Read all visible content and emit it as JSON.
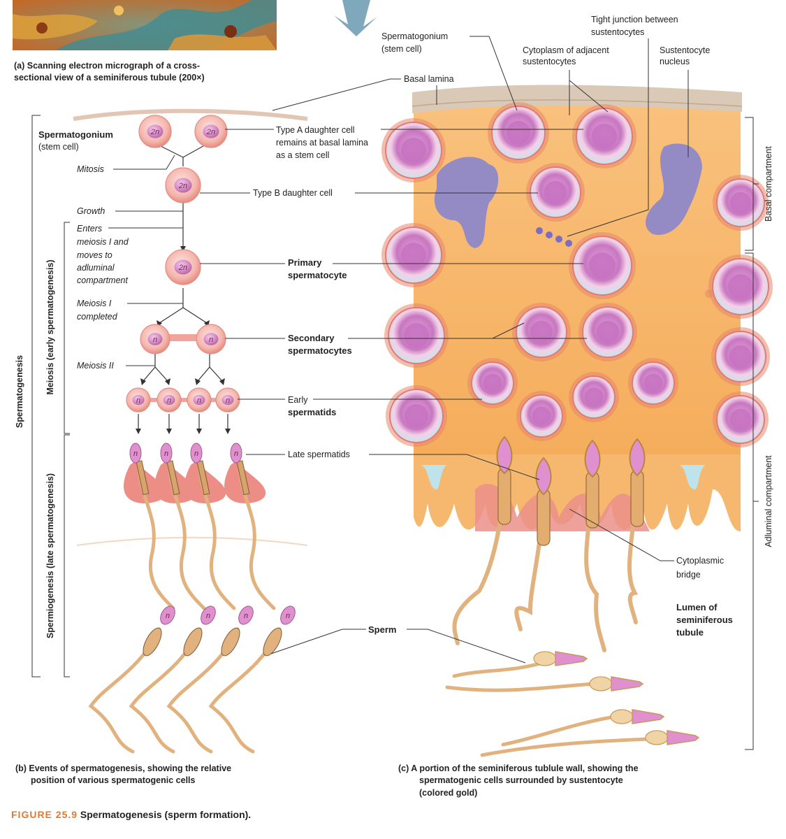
{
  "colors": {
    "cell_fill": "#f4b6ae",
    "cell_border": "#e58c80",
    "nucleus": "#d98fc8",
    "sustentocyte": "#f6c27e",
    "background_gold": "#f7b76a",
    "lamina": "#d9c9b6",
    "tail": "#e2b27e",
    "figure_accent": "#e07a2e"
  },
  "panel_a": {
    "caption_line1": "(a) Scanning electron micrograph of a cross-",
    "caption_line2": "sectional view of a seminiferous tubule (200×)"
  },
  "panel_b": {
    "side_label": "Spermatogenesis",
    "meiosis_label": "Meiosis (early spermatogenesis)",
    "spermiogenesis_label": "Spermiogenesis (late spermatogenesis)",
    "spermatogonium_label": "Spermatogonium",
    "spermatogonium_sub": "(stem cell)",
    "mitosis": "Mitosis",
    "growth": "Growth",
    "enters_meiosis": [
      "Enters",
      "meiosis I and",
      "moves to",
      "adluminal",
      "compartment"
    ],
    "meiosis_i_completed": [
      "Meiosis I",
      "completed"
    ],
    "meiosis_ii": "Meiosis II",
    "ploidy_2n": "2n",
    "ploidy_n": "n",
    "caption_line1": "(b)  Events of spermatogenesis, showing the relative",
    "caption_line2": "position of various spermatogenic cells"
  },
  "center_labels": {
    "type_a": [
      "Type A daughter cell",
      "remains at basal lamina",
      "as a stem cell"
    ],
    "type_b": "Type B daughter cell",
    "primary": [
      "Primary",
      "spermatocyte"
    ],
    "secondary": [
      "Secondary",
      "spermatocytes"
    ],
    "early": [
      "Early",
      "spermatids"
    ],
    "late": "Late spermatids",
    "sperm": "Sperm"
  },
  "panel_c": {
    "spermatogonium": [
      "Spermatogonium",
      "(stem cell)"
    ],
    "basal_lamina": "Basal lamina",
    "cytoplasm": [
      "Cytoplasm of adjacent",
      "sustentocytes"
    ],
    "tight_junction": [
      "Tight junction between",
      "sustentocytes"
    ],
    "sustentocyte_nucleus": [
      "Sustentocyte",
      "nucleus"
    ],
    "cytoplasmic_bridge": [
      "Cytoplasmic",
      "bridge"
    ],
    "lumen": [
      "Lumen of",
      "seminiferous",
      "tubule"
    ],
    "basal_compartment": "Basal compartment",
    "adluminal_compartment": "Adluminal compartment",
    "caption_line1": "(c)  A portion of the seminiferous tublule wall, showing the",
    "caption_line2": "spermatogenic cells surrounded by sustentocyte",
    "caption_line3": "(colored gold)"
  },
  "figure": {
    "number": "FIGURE 25.9",
    "title": "Spermatogenesis (sperm formation)."
  }
}
